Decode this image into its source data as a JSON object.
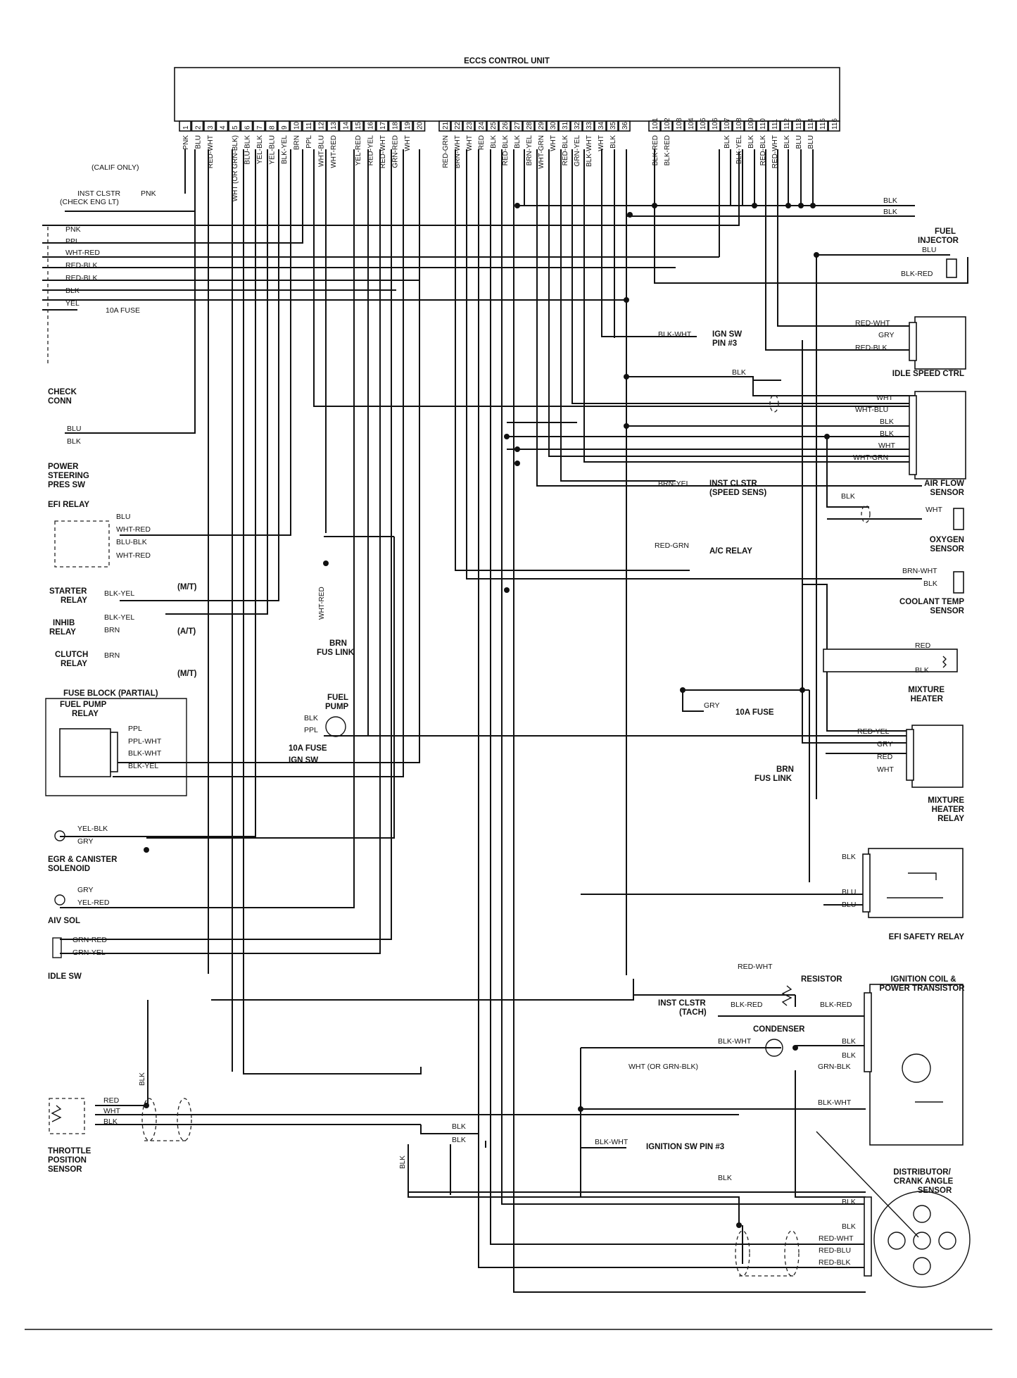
{
  "title": "ECCS CONTROL UNIT",
  "ecu_pins_left": [
    "1",
    "2",
    "3",
    "4",
    "5",
    "6",
    "7",
    "8",
    "9",
    "10",
    "11",
    "12",
    "13",
    "14",
    "15",
    "16",
    "17",
    "18",
    "19",
    "20"
  ],
  "ecu_pins_mid": [
    "21",
    "22",
    "23",
    "24",
    "25",
    "26",
    "27",
    "28",
    "29",
    "30",
    "31",
    "32",
    "33",
    "34",
    "35",
    "36"
  ],
  "ecu_pins_right": [
    "101",
    "102",
    "103",
    "104",
    "105",
    "106",
    "107",
    "108",
    "109",
    "110",
    "111",
    "112",
    "113",
    "114",
    "115",
    "116"
  ],
  "ecu_wire_colors_left": [
    "PNK",
    "BLU",
    "RED-WHT",
    "",
    "WHT (OR GRN-BLK)",
    "BLU-BLK",
    "YEL-BLK",
    "YEL-BLU",
    "BLK-YEL",
    "BRN",
    "PPL",
    "WHT-BLU",
    "WHT-RED",
    "",
    "YEL-RED",
    "RED-YEL",
    "RED-WHT",
    "GRN-RED",
    "WHT",
    ""
  ],
  "ecu_wire_colors_mid": [
    "RED-GRN",
    "BRN-WHT",
    "WHT",
    "RED",
    "BLK",
    "RED-BLK",
    "BLK",
    "BRN-YEL",
    "WHT-GRN",
    "WHT",
    "RED-BLK",
    "GRN-YEL",
    "BLK-WHT",
    "WHT",
    "BLK",
    ""
  ],
  "ecu_wire_colors_right": [
    "BLK-RED",
    "BLK-RED",
    "",
    "",
    "",
    "",
    "BLK",
    "BLK-YEL",
    "BLK",
    "RED-BLK",
    "RED-WHT",
    "BLK",
    "BLU",
    "BLU",
    "",
    ""
  ],
  "left_components": {
    "calif_only": "(CALIF ONLY)",
    "inst_clstr_1": "INST CLSTR",
    "inst_clstr_2": "(CHECK ENG LT)",
    "pnk": "PNK",
    "check_conn_wires": [
      "PNK",
      "PPL",
      "WHT-RED",
      "RED-BLK",
      "RED-BLK",
      "BLK",
      "YEL"
    ],
    "fuse_10a": "10A FUSE",
    "check_conn_1": "CHECK",
    "check_conn_2": "CONN",
    "ps_wires": [
      "BLU",
      "BLK"
    ],
    "ps_1": "POWER",
    "ps_2": "STEERING",
    "ps_3": "PRES SW",
    "efi_relay": "EFI RELAY",
    "efi_relay_wires": [
      "BLU",
      "WHT-RED",
      "BLU-BLK",
      "WHT-RED"
    ],
    "starter_1": "STARTER",
    "starter_2": "RELAY",
    "starter_wire": "BLK-YEL",
    "mt1": "(M/T)",
    "inhib_1": "INHIB",
    "inhib_2": "RELAY",
    "inhib_wires": [
      "BLK-YEL",
      "BRN"
    ],
    "at": "(A/T)",
    "clutch_1": "CLUTCH",
    "clutch_2": "RELAY",
    "clutch_wire": "BRN",
    "mt2": "(M/T)",
    "wht_red_vert": "WHT-RED",
    "brn_fus_1": "BRN",
    "brn_fus_2": "FUS LINK",
    "fuse_block": "FUSE BLOCK (PARTIAL)",
    "fp_relay_1": "FUEL PUMP",
    "fp_relay_2": "RELAY",
    "fp_wires": [
      "PPL",
      "PPL-WHT",
      "BLK-WHT",
      "BLK-YEL"
    ],
    "fp_fuse": "10A FUSE",
    "fp_ign": "IGN SW",
    "fuel_pump_1": "FUEL",
    "fuel_pump_2": "PUMP",
    "fuel_pump_wires": [
      "BLK",
      "PPL"
    ],
    "egr_wires": [
      "YEL-BLK",
      "GRY"
    ],
    "egr_1": "EGR & CANISTER",
    "egr_2": "SOLENOID",
    "aiv_wires": [
      "GRY",
      "YEL-RED"
    ],
    "aiv": "AIV SOL",
    "idle_wires": [
      "GRN-RED",
      "GRN-YEL"
    ],
    "idle_sw": "IDLE SW",
    "tps_wires": [
      "RED",
      "WHT",
      "BLK"
    ],
    "tps_blk_vert": "BLK",
    "tps_1": "THROTTLE",
    "tps_2": "POSITION",
    "tps_3": "SENSOR",
    "blk_vert_2": "BLK",
    "tps_blk_pair": [
      "BLK",
      "BLK"
    ]
  },
  "right_components": {
    "gnd_wires": [
      "BLK",
      "BLK"
    ],
    "fuel_inj_1": "FUEL",
    "fuel_inj_2": "INJECTOR",
    "fuel_inj_wires": [
      "BLU",
      "BLK-RED"
    ],
    "ign_sw_1": "BLK-WHT",
    "ign_sw_2": "IGN SW",
    "ign_sw_3": "PIN #3",
    "isc_wires": [
      "RED-WHT",
      "GRY",
      "RED-BLK"
    ],
    "isc": "IDLE SPEED CTRL",
    "blk_label": "BLK",
    "afs_wires": [
      "WHT",
      "WHT-BLU",
      "BLK",
      "BLK",
      "WHT",
      "WHT-GRN"
    ],
    "afs_1": "AIR FLOW",
    "afs_2": "SENSOR",
    "speed_1": "BRN-YEL",
    "speed_2": "INST CLSTR",
    "speed_3": "(SPEED SENS)",
    "o2_blk": "BLK",
    "o2_wht": "WHT",
    "o2_1": "OXYGEN",
    "o2_2": "SENSOR",
    "ac_wire": "RED-GRN",
    "ac": "A/C RELAY",
    "cts_wires": [
      "BRN-WHT",
      "BLK"
    ],
    "cts_1": "COOLANT TEMP",
    "cts_2": "SENSOR",
    "mh_wires": [
      "RED",
      "BLK"
    ],
    "mh_1": "MIXTURE",
    "mh_2": "HEATER",
    "gry_fuse_wire": "GRY",
    "gry_fuse": "10A FUSE",
    "mhr_wires": [
      "RED-YEL",
      "GRY",
      "RED",
      "WHT"
    ],
    "mhr_brn_1": "BRN",
    "mhr_brn_2": "FUS LINK",
    "mhr_1": "MIXTURE",
    "mhr_2": "HEATER",
    "mhr_3": "RELAY",
    "efis_wires": [
      "BLK",
      "BLU",
      "BLU"
    ],
    "efis": "EFI SAFETY RELAY",
    "resistor_wire": "RED-WHT",
    "resistor": "RESISTOR",
    "coil_1": "IGNITION COIL &",
    "coil_2": "POWER TRANSISTOR",
    "tach_1": "INST CLSTR",
    "tach_2": "(TACH)",
    "tach_wire": "BLK-RED",
    "coil_blk_red": "BLK-RED",
    "condenser": "CONDENSER",
    "cond_wire": "BLK-WHT",
    "coil_wires": [
      "BLK",
      "BLK",
      "GRN-BLK",
      "BLK-WHT"
    ],
    "wht_or": "WHT (OR GRN-BLK)",
    "ign_pin3_wire": "BLK-WHT",
    "ign_pin3": "IGNITION SW PIN #3",
    "dist_blk": "BLK",
    "dist_1": "DISTRIBUTOR/",
    "dist_2": "CRANK ANGLE",
    "dist_3": "SENSOR",
    "dist_wires": [
      "BLK",
      "BLK",
      "RED-WHT",
      "RED-BLU",
      "RED-BLK"
    ]
  }
}
